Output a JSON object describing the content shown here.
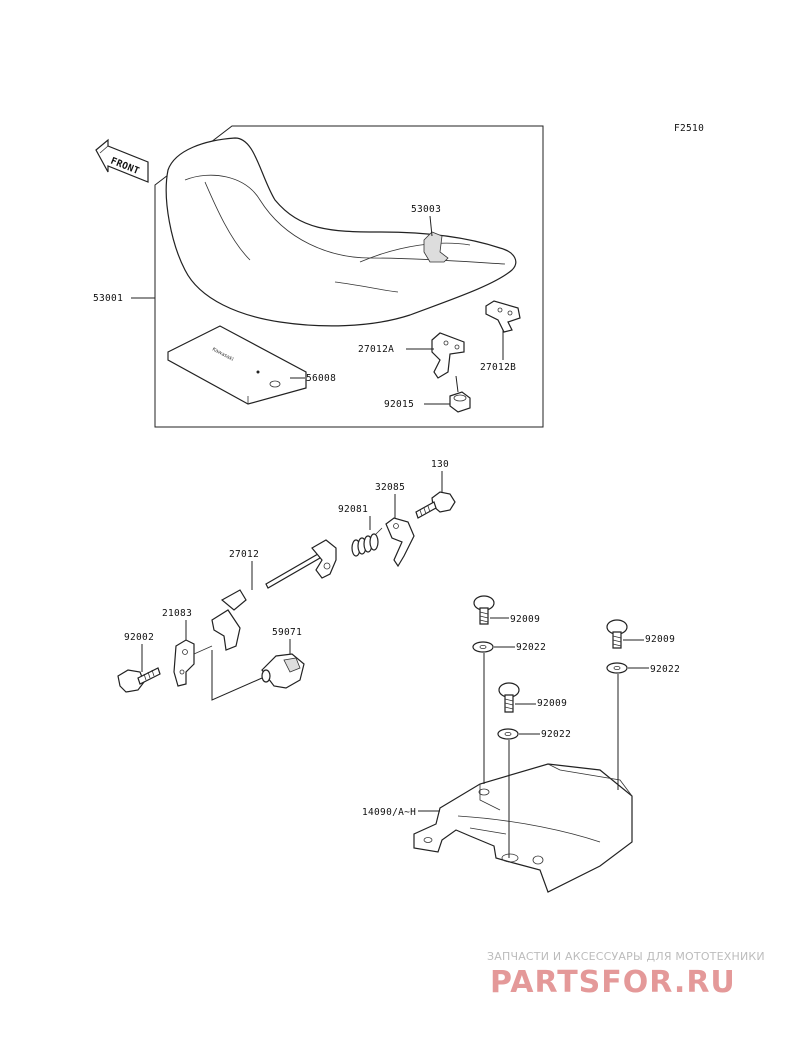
{
  "figure_code": "F2510",
  "front_arrow": {
    "label": "FRONT",
    "icon": "front-arrow-icon"
  },
  "parts": {
    "p53001": "53001",
    "p53003": "53003",
    "p27012A": "27012A",
    "p27012B": "27012B",
    "p56008": "56008",
    "p92015": "92015",
    "p130": "130",
    "p32085": "32085",
    "p92081": "92081",
    "p27012": "27012",
    "p21083": "21083",
    "p92002": "92002",
    "p59071": "59071",
    "p92009a": "92009",
    "p92022a": "92022",
    "p92009b": "92009",
    "p92022b": "92022",
    "p92009c": "92009",
    "p92022c": "92022",
    "p14090": "14090/A~H"
  },
  "watermark": {
    "tagline": "ЗАПЧАСТИ И АКСЕССУАРЫ ДЛЯ МОТОТЕХНИКИ",
    "brand": "PARTSFOR.RU",
    "brand_color": "#ce4646"
  }
}
